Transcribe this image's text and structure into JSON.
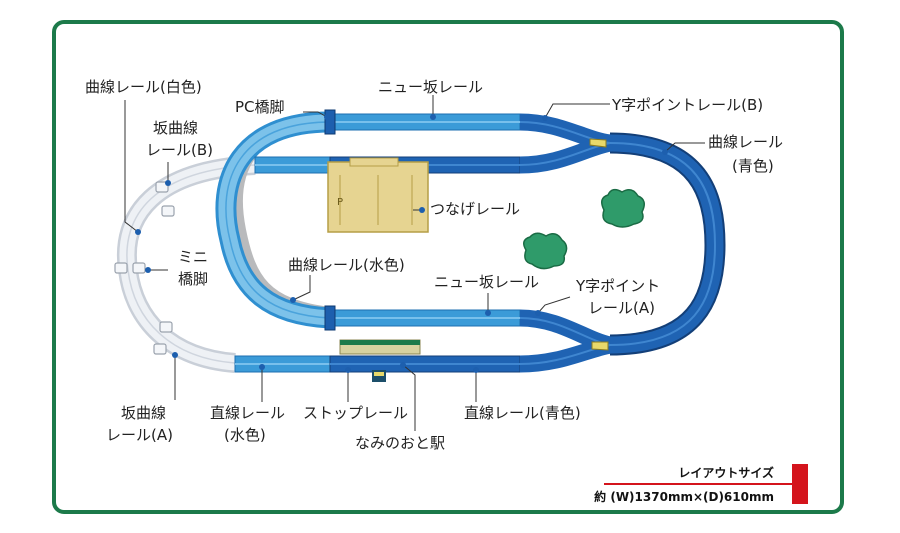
{
  "colors": {
    "frame": "#1c7a4a",
    "rail_white": "#e4e8ee",
    "rail_light": "#6fb9e6",
    "rail_mid": "#2f8fd0",
    "rail_dark": "#1d5fae",
    "leader": "#333333",
    "accent_red": "#d4141c",
    "tree_green": "#2f9b6a"
  },
  "labels": {
    "curve_white": "曲線レール(白色)",
    "pc_pier": "PC橋脚",
    "new_slope_top": "ニュー坂レール",
    "y_point_b": "Y字ポイントレール(B)",
    "curve_blue_l1": "曲線レール",
    "curve_blue_l2": "(青色)",
    "slope_curve_b_l1": "坂曲線",
    "slope_curve_b_l2": "レール(B)",
    "connect_rail": "つなげレール",
    "mini_pier_l1": "ミニ",
    "mini_pier_l2": "橋脚",
    "curve_light": "曲線レール(水色)",
    "new_slope_mid": "ニュー坂レール",
    "y_point_a_l1": "Y字ポイント",
    "y_point_a_l2": "レール(A)",
    "slope_curve_a_l1": "坂曲線",
    "slope_curve_a_l2": "レール(A)",
    "straight_light_l1": "直線レール",
    "straight_light_l2": "(水色)",
    "stop_rail": "ストップレール",
    "straight_blue": "直線レール(青色)",
    "station": "なみのおと駅"
  },
  "layout_size": {
    "title": "レイアウトサイズ",
    "value": "約 (W)1370mm×(D)610mm"
  }
}
